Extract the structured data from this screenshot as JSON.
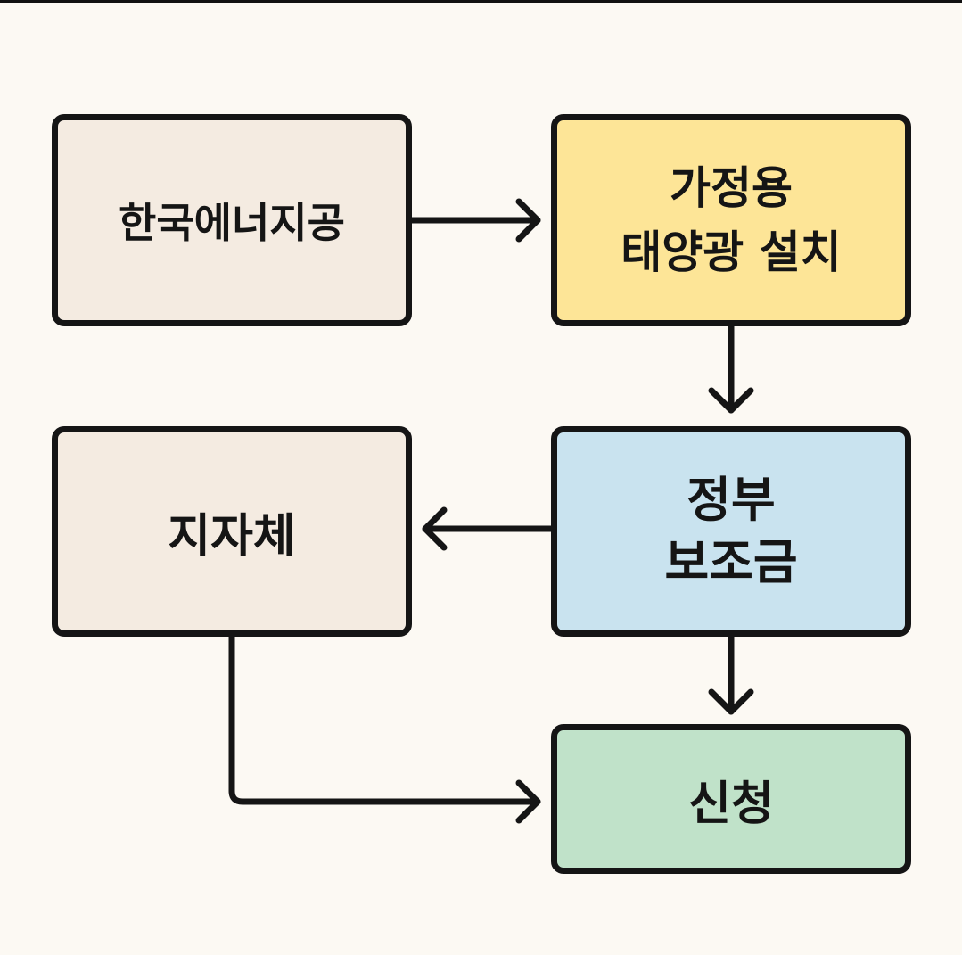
{
  "nodes": {
    "kea": {
      "label": "한국에너지공",
      "color": "#f4ebe1"
    },
    "solar": {
      "line1": "가정용",
      "line2": "태양광 설치",
      "color": "#fde597"
    },
    "local": {
      "label": "지자체",
      "color": "#f4ebe1"
    },
    "subsidy": {
      "line1": "정부",
      "line2": "보조금",
      "color": "#c9e3ef"
    },
    "apply": {
      "label": "신청",
      "color": "#c0e2c9"
    }
  },
  "edges": [
    {
      "from": "kea",
      "to": "solar"
    },
    {
      "from": "solar",
      "to": "subsidy"
    },
    {
      "from": "subsidy",
      "to": "local"
    },
    {
      "from": "subsidy",
      "to": "apply"
    },
    {
      "from": "local",
      "to": "apply"
    }
  ]
}
